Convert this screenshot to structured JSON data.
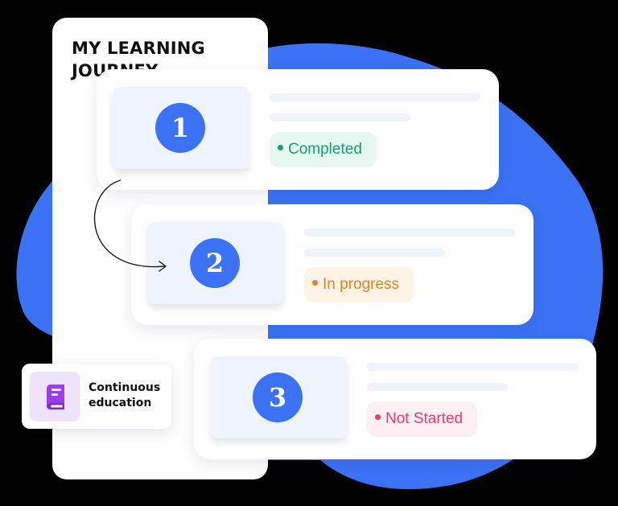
{
  "journey": {
    "title": "MY LEARNING JOURNEY"
  },
  "steps": [
    {
      "number": "1",
      "status": "Completed"
    },
    {
      "number": "2",
      "status": "In progress"
    },
    {
      "number": "3",
      "status": "Not Started"
    }
  ],
  "education_card": {
    "label": "Continuous education",
    "icon": "book-icon"
  },
  "colors": {
    "background": "#000000",
    "accent_blue": "#3b72f6",
    "completed": "#15a078",
    "in_progress": "#e1852b",
    "not_started": "#e23e70",
    "book_purple": "#9b3ee8"
  }
}
